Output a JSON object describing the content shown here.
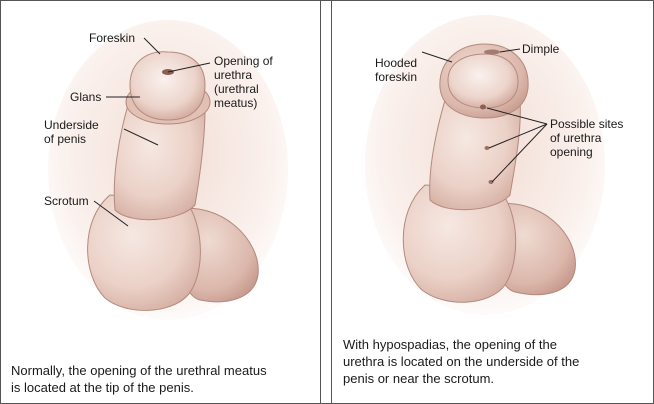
{
  "left_panel": {
    "labels": {
      "foreskin": "Foreskin",
      "opening_line1": "Opening of",
      "opening_line2": "urethra",
      "opening_line3": "(urethral",
      "opening_line4": "meatus)",
      "glans": "Glans",
      "underside_line1": "Underside",
      "underside_line2": "of penis",
      "scrotum": "Scrotum"
    },
    "caption_line1": "Normally, the opening of the urethral meatus",
    "caption_line2": "is located at the tip of the penis."
  },
  "right_panel": {
    "labels": {
      "hooded_line1": "Hooded",
      "hooded_line2": "foreskin",
      "dimple": "Dimple",
      "possible_line1": "Possible sites",
      "possible_line2": "of urethra",
      "possible_line3": "opening"
    },
    "caption_line1": "With hypospadias, the opening of the",
    "caption_line2": "urethra is located on the underside of the",
    "caption_line3": "penis or near the scrotum."
  },
  "colors": {
    "skin_light": "#f4e3dc",
    "skin_mid": "#e6c6bb",
    "skin_dark": "#c99b8f",
    "outline": "#9b7469",
    "panel_bg": "#ffffff"
  }
}
